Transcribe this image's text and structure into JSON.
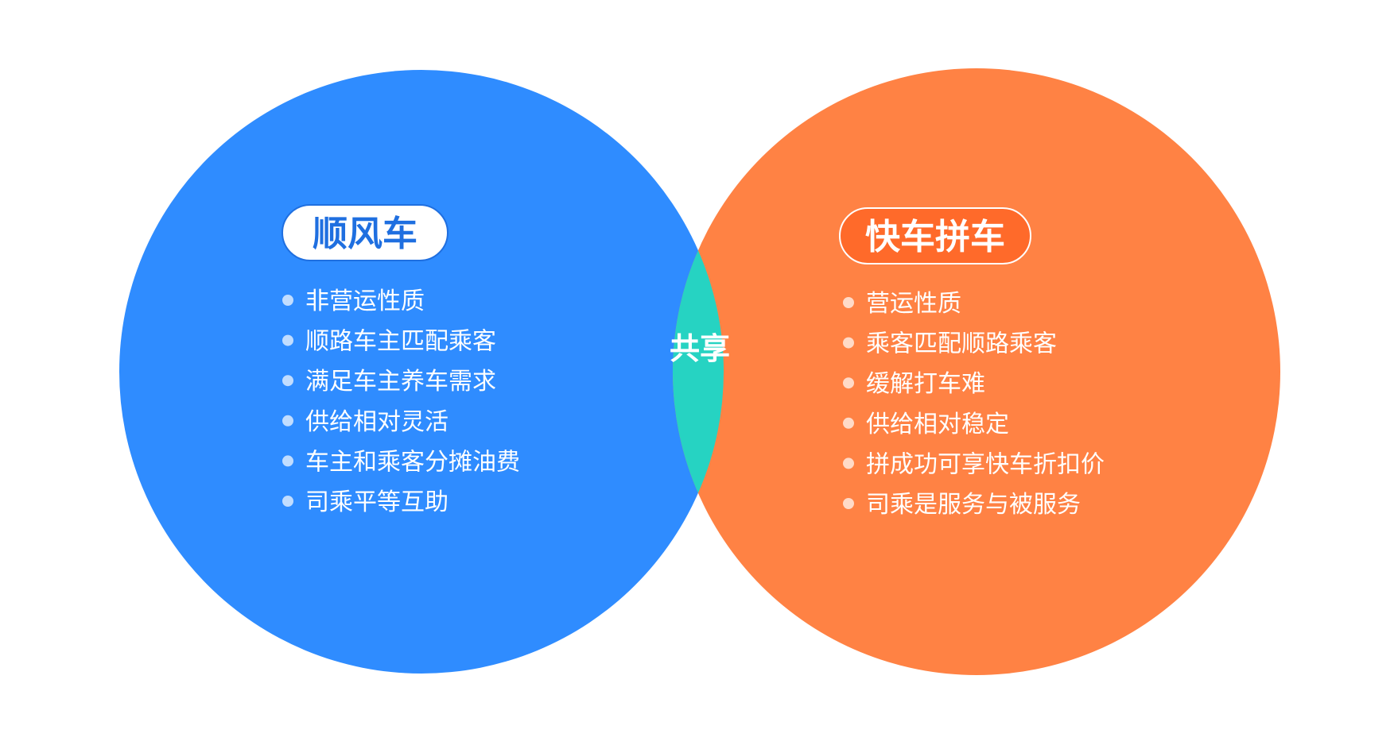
{
  "diagram": {
    "left_set": {
      "title": "顺风车",
      "color": "#2f8cff",
      "title_color": "#1f6fe0",
      "items": [
        "非营运性质",
        "顺路车主匹配乘客",
        "满足车主养车需求",
        "供给相对灵活",
        "车主和乘客分摊油费",
        "司乘平等互助"
      ]
    },
    "right_set": {
      "title": "快车拼车",
      "color": "#ff8244",
      "title_color": "#ff6a2a",
      "items": [
        "营运性质",
        "乘客匹配顺路乘客",
        "缓解打车难",
        "供给相对稳定",
        "拼成功可享快车折扣价",
        "司乘是服务与被服务"
      ]
    },
    "overlap": {
      "label": "共享",
      "color": "#26d3c2"
    }
  }
}
